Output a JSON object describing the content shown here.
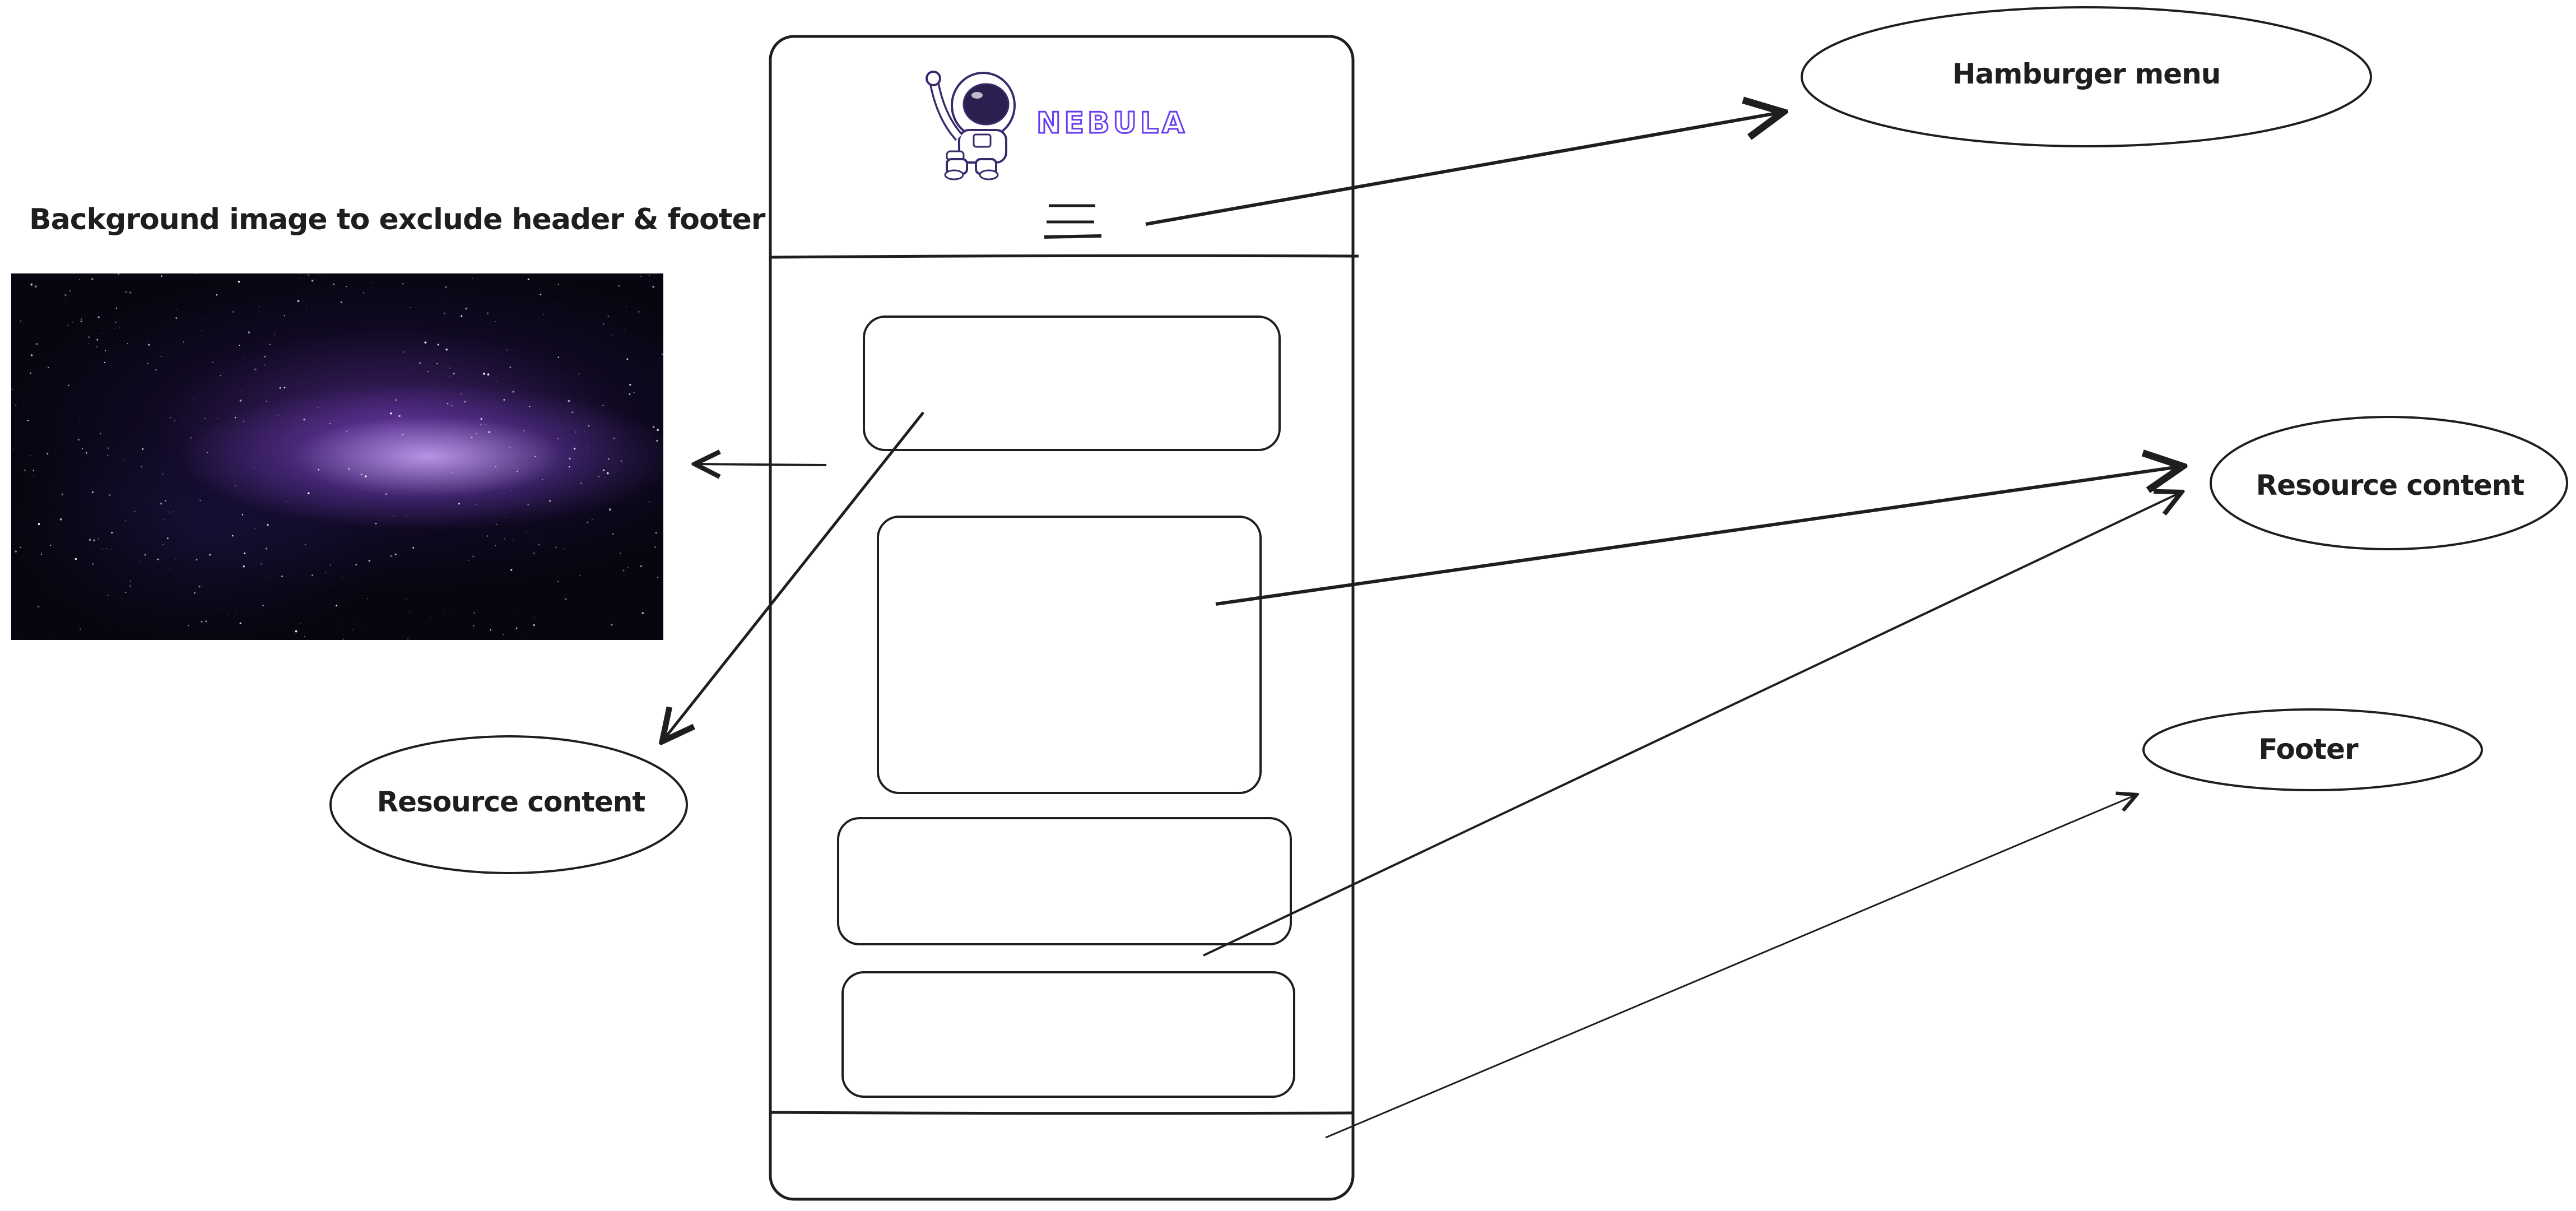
{
  "annotations": {
    "background_image_note": "Background image to exclude header & footer",
    "hamburger_label": "Hamburger menu",
    "resource_content_right_label": "Resource content",
    "resource_content_left_label": "Resource content",
    "footer_label": "Footer"
  },
  "header": {
    "logo_text": "NEBULA",
    "logo_icon": "astronaut-icon",
    "menu_icon": "hamburger-icon"
  },
  "colors": {
    "stroke": "#1e1e1e",
    "logo_accent": "#6a3df0",
    "galaxy_purple": "#8a5cd6",
    "space_dark": "#07050f"
  }
}
